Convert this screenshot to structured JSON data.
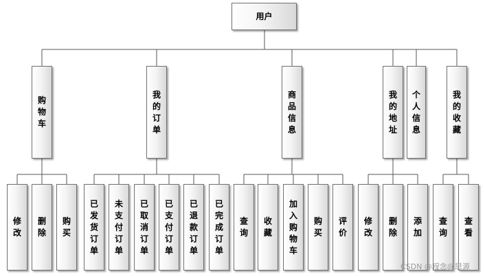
{
  "root": "用户",
  "l1": [
    "购物车",
    "我的订单",
    "商品信息",
    "我的地址",
    "个人信息",
    "我的收藏"
  ],
  "l2": {
    "cart": [
      "修改",
      "删除",
      "购买"
    ],
    "orders": [
      "已发货订单",
      "未支付订单",
      "已取消订单",
      "已支付订单",
      "已退款订单",
      "已完成订单"
    ],
    "product": [
      "查询",
      "收藏",
      "加入购物车",
      "购买",
      "评价"
    ],
    "address": [
      "修改",
      "删除",
      "添加"
    ],
    "favorites": [
      "查询",
      "查看"
    ]
  },
  "watermark": "CSDN @程念@思源"
}
